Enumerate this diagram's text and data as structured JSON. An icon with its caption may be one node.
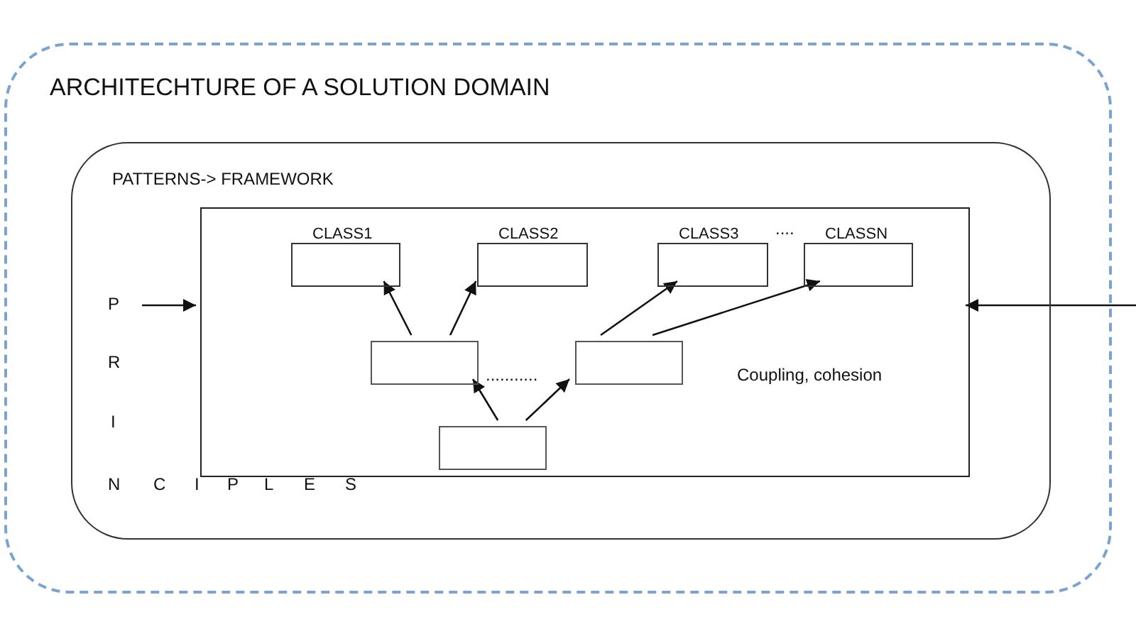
{
  "diagram": {
    "nodes": [
      {
        "text": [
          "ARCHITECHTURE OF A SOLUTION DOMAIN"
        ]
      },
      {
        "text": [
          "PATTERNS-> FRAMEWORK"
        ],
        "in": 0
      },
      {
        "text": [
          "Coupling, cohesion"
        ],
        "in": 1
      },
      {
        "text": [
          "CLASS1"
        ],
        "in": 2
      },
      {
        "text": [
          "CLASS2"
        ],
        "in": 2
      },
      {
        "text": [
          "CLASS3"
        ],
        "in": 2
      },
      {
        "text": [
          "CLASSN"
        ],
        "in": 2
      },
      {
        "text": [],
        "shape": "box",
        "in": 2
      },
      {
        "text": [],
        "shape": "box",
        "in": 2
      },
      {
        "text": [],
        "shape": "box",
        "in": 2
      }
    ],
    "edges": [
      {
        "from": null,
        "to": 2,
        "arrow": "to"
      },
      {
        "from": null,
        "to": 2,
        "arrow": "to"
      },
      {
        "from": 7,
        "to": 3,
        "arrow": "to"
      },
      {
        "from": 7,
        "to": 4,
        "arrow": "to"
      },
      {
        "from": 8,
        "to": 5,
        "arrow": "to"
      },
      {
        "from": 8,
        "to": 6,
        "arrow": "to"
      },
      {
        "from": 9,
        "to": 7,
        "arrow": "to"
      },
      {
        "from": 9,
        "to": 8,
        "arrow": "to"
      }
    ],
    "labels": [
      "....",
      "P",
      "R",
      "...........",
      "I",
      "N",
      "C",
      "I",
      "P",
      "L",
      "E",
      "S"
    ]
  }
}
